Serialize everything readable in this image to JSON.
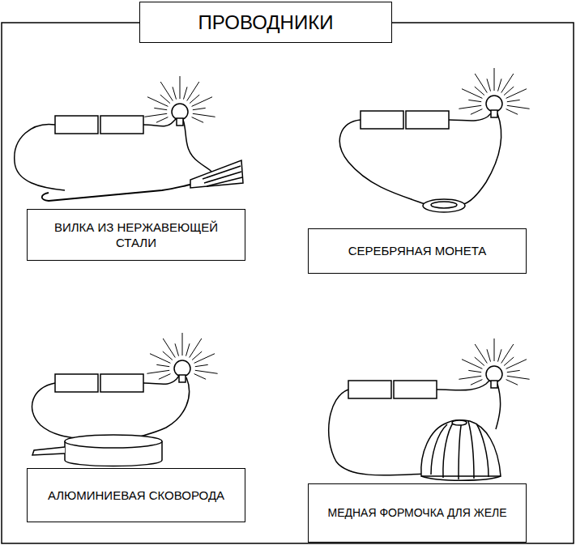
{
  "diagram": {
    "title": "ПРОВОДНИКИ",
    "nodes": [
      {
        "text": [
          "ВИЛКА ИЗ НЕРЖАВЕЮЩЕЙ СТАЛИ"
        ]
      },
      {
        "text": [
          "СЕРЕБРЯНАЯ МОНЕТА"
        ]
      },
      {
        "text": [
          "АЛЮМИНИЕВАЯ СКОВОРОДА"
        ]
      },
      {
        "text": [
          "МЕДНАЯ ФОРМОЧКА ДЛЯ ЖЕЛЕ"
        ]
      }
    ]
  }
}
